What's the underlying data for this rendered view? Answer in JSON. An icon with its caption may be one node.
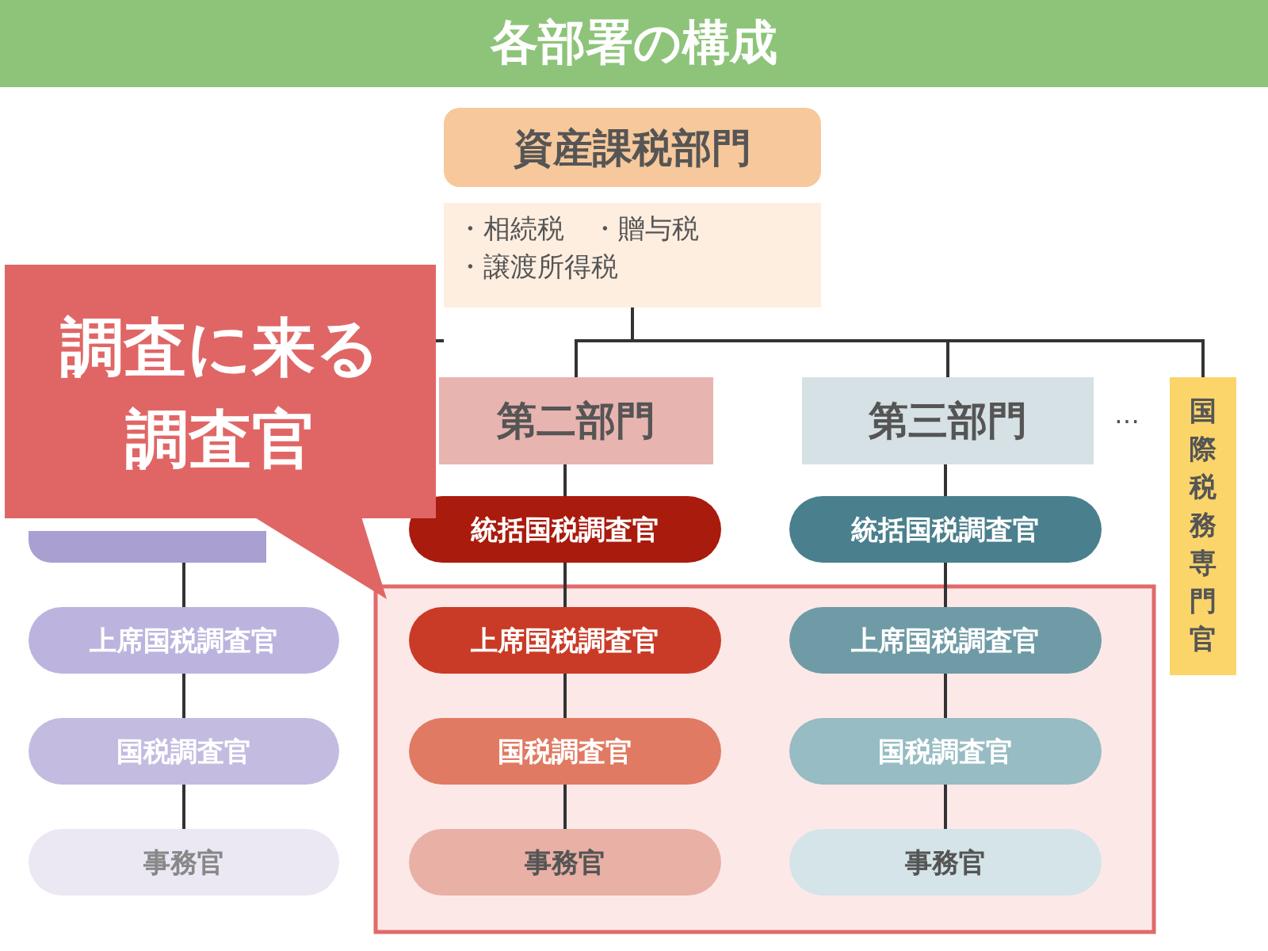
{
  "diagram": {
    "title": "各部署の構成",
    "nodes": [
      {
        "text": [
          "資産課税部門"
        ]
      },
      {
        "text": [
          "・相続税　・贈与税・譲渡所得税"
        ]
      },
      {
        "text": [
          "第二部門"
        ]
      },
      {
        "text": [
          "第三部門"
        ]
      },
      {
        "text": [
          "国際税務専門官"
        ]
      },
      {
        "text": [],
        "shape": "box"
      },
      {
        "text": [
          "上席国税調査官"
        ]
      },
      {
        "text": [
          "国税調査官"
        ]
      },
      {
        "text": [
          "事務官"
        ]
      },
      {
        "text": [
          "統括国税調査官"
        ]
      },
      {
        "text": [
          "上席国税調査官"
        ]
      },
      {
        "text": [
          "国税調査官"
        ]
      },
      {
        "text": [
          "事務官"
        ]
      },
      {
        "text": [
          "統括国税調査官"
        ]
      },
      {
        "text": [
          "上席国税調査官"
        ]
      },
      {
        "text": [
          "国税調査官"
        ]
      },
      {
        "text": [
          "事務官"
        ]
      },
      {
        "text": [
          "調査に来る調査官"
        ]
      },
      {
        "text": [],
        "shape": "triangle"
      }
    ],
    "edges": [
      {
        "from": 1,
        "to": 2,
        "arrow": "none"
      },
      {
        "from": 1,
        "to": 3,
        "arrow": "none"
      },
      {
        "from": 1,
        "to": 4,
        "arrow": "none"
      },
      {
        "from": 5,
        "to": 6,
        "arrow": "none"
      },
      {
        "from": 6,
        "to": 7,
        "arrow": "none"
      },
      {
        "from": 7,
        "to": 8,
        "arrow": "none"
      },
      {
        "from": 2,
        "to": 9,
        "arrow": "none"
      },
      {
        "from": 9,
        "to": 10,
        "arrow": "none"
      },
      {
        "from": 10,
        "to": 11,
        "arrow": "none"
      },
      {
        "from": 11,
        "to": 12,
        "arrow": "none"
      },
      {
        "from": 3,
        "to": 13,
        "arrow": "none"
      },
      {
        "from": 13,
        "to": 14,
        "arrow": "none"
      },
      {
        "from": 14,
        "to": 15,
        "arrow": "none"
      },
      {
        "from": 15,
        "to": 16,
        "arrow": "none"
      }
    ],
    "labels": [
      "…"
    ]
  }
}
